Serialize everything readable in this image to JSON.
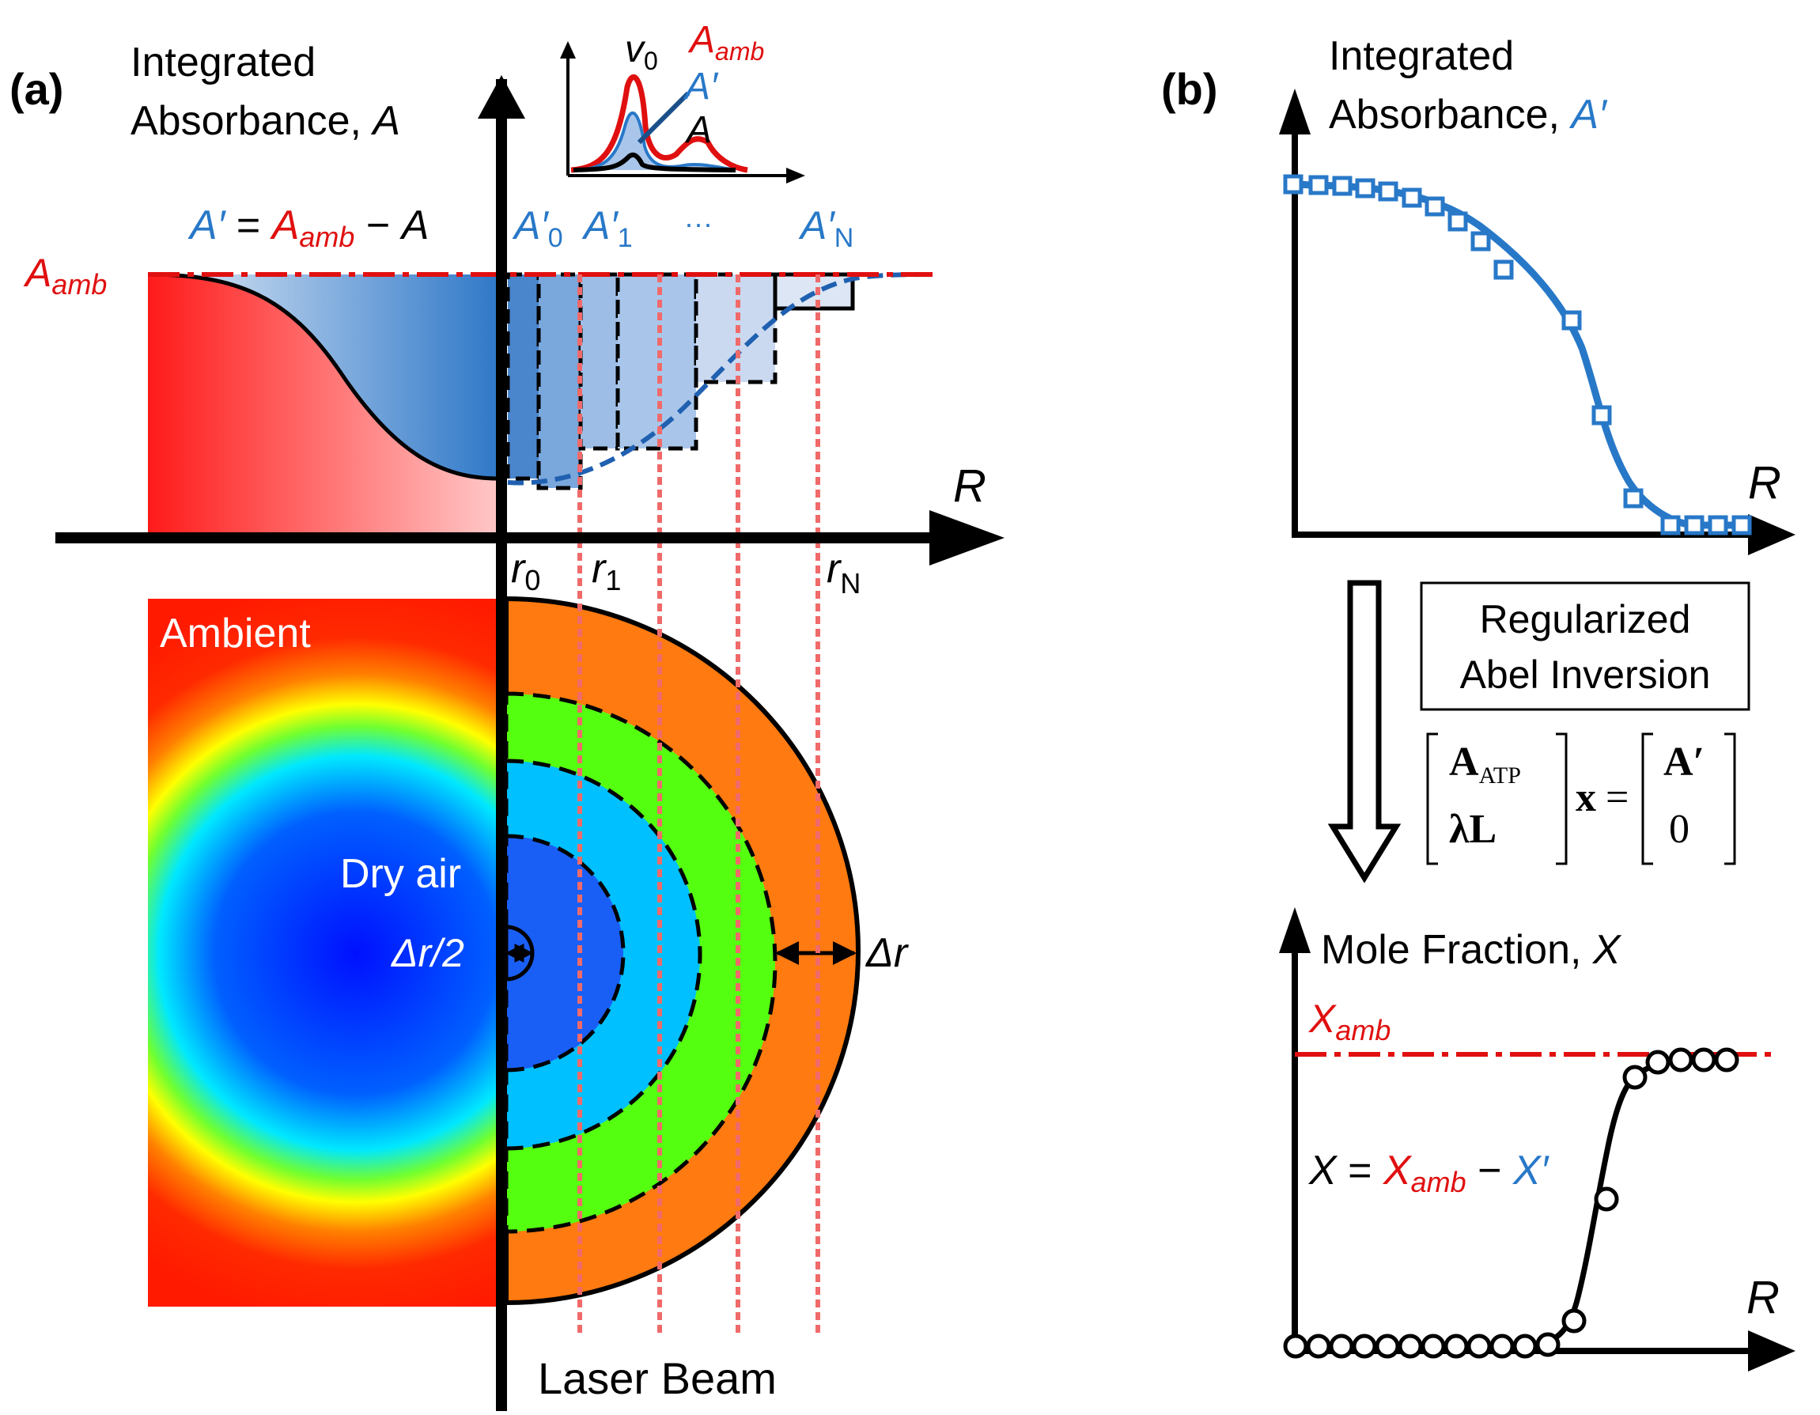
{
  "panel_a": {
    "label": "(a)",
    "y_axis_label_line1": "Integrated",
    "y_axis_label_line2": "Absorbance, ",
    "y_axis_symbol": "A",
    "x_axis_label": "R",
    "a_amb_label": "A",
    "a_amb_sub": "amb",
    "equation": {
      "lhs": "A′",
      "eq": " = ",
      "mid": "A",
      "mid_sub": "amb",
      "minus": " − ",
      "rhs": "A"
    },
    "a_prime_labels": {
      "a0": "A′",
      "a0_sub": "0",
      "a1": "A′",
      "a1_sub": "1",
      "dots": "···",
      "aN": "A′",
      "aN_sub": "N"
    },
    "r_labels": {
      "r0": "r",
      "r0_sub": "0",
      "r1": "r",
      "r1_sub": "1",
      "rN": "r",
      "rN_sub": "N"
    },
    "inset": {
      "nu0": "v",
      "nu0_sub": "0",
      "a_amb": "A",
      "a_amb_sub": "amb",
      "a_prime": "A′",
      "a": "A"
    },
    "ambient_label": "Ambient",
    "dry_air_label": "Dry air",
    "half_dr_label": "Δr/2",
    "dr_label": "Δr",
    "laser_label": "Laser Beam"
  },
  "panel_b": {
    "label": "(b)",
    "y_axis_label_line1": "Integrated",
    "y_axis_label_line2": "Absorbance, ",
    "y_axis_symbol": "A′",
    "x_axis_label": "R",
    "box_line1": "Regularized",
    "box_line2": "Abel Inversion",
    "matrix": {
      "a_atp": "A",
      "a_atp_sub": "ATP",
      "lambda_l": "λL",
      "x": "x",
      "eq": "=",
      "a_prime": "A′",
      "zero": "0"
    },
    "mole_label": "Mole Fraction, ",
    "mole_symbol": "X",
    "x_amb": "X",
    "x_amb_sub": "amb",
    "x_eq": {
      "lhs": "X",
      "eq": " = ",
      "mid": "X",
      "mid_sub": "amb",
      "minus": " − ",
      "rhs": "X′"
    },
    "x_axis_label_2": "R"
  },
  "colors": {
    "red": "#e01010",
    "blue": "#2878c8",
    "dashed_red": "#f06a6a",
    "orange": "#ff7a10",
    "green": "#55ff10",
    "cyan": "#00c0ff",
    "deep_blue": "#1a5ff5"
  }
}
